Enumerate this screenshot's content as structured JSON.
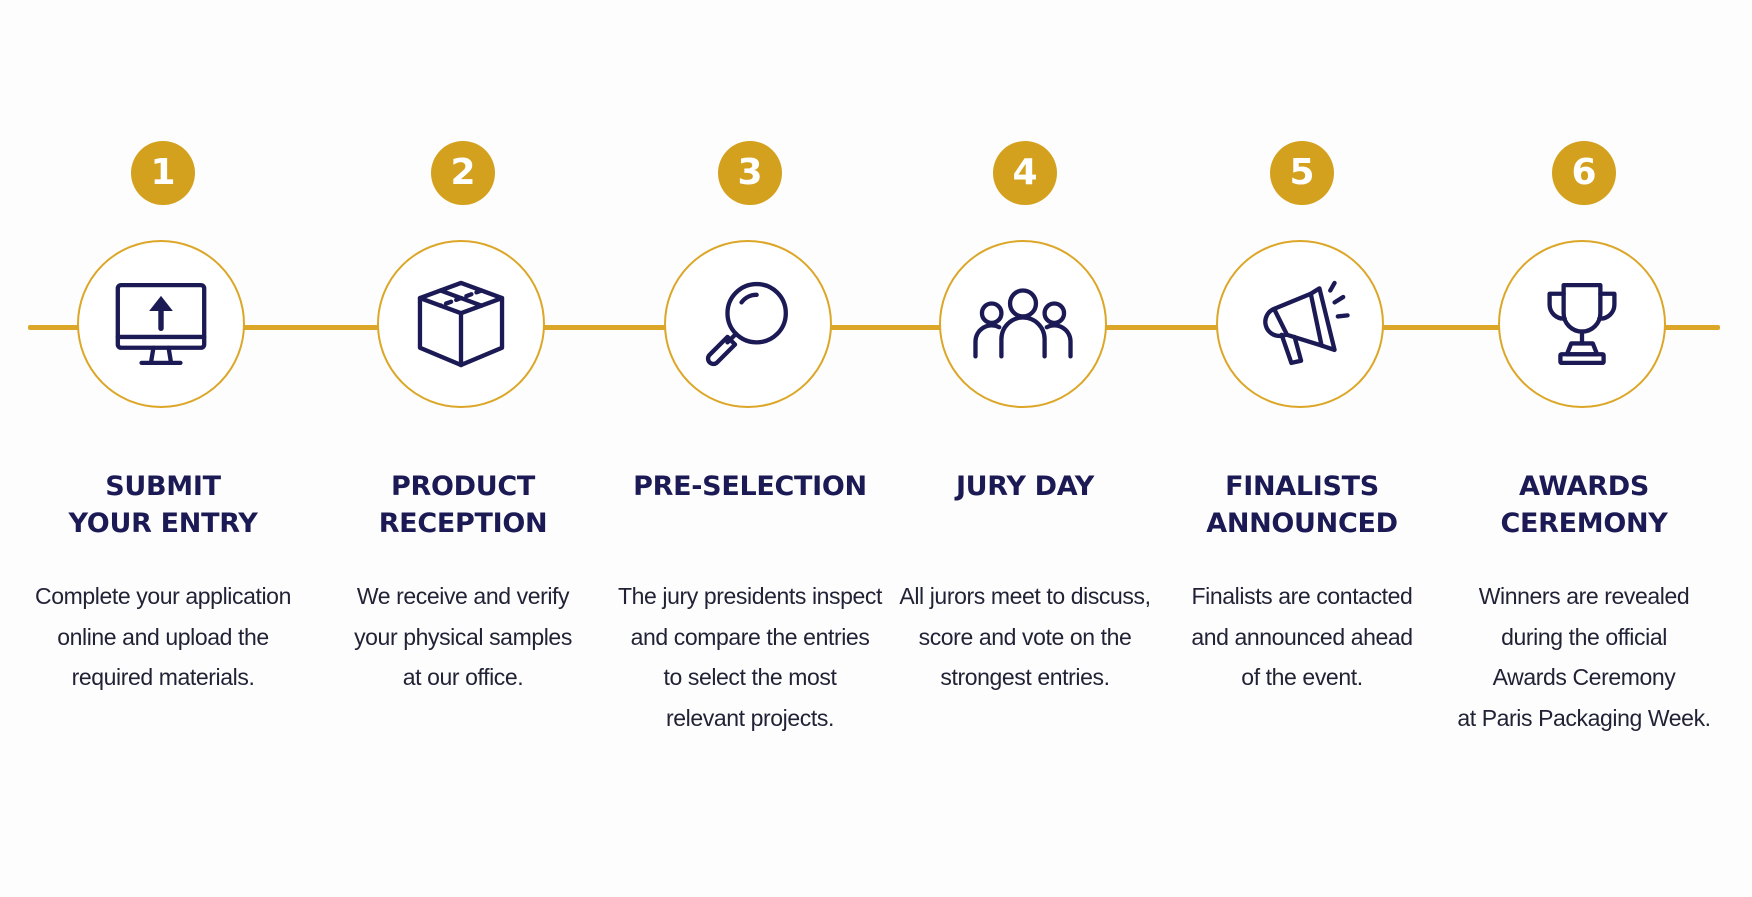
{
  "steps": [
    {
      "number": "1",
      "icon": "monitor-upload-icon",
      "title": [
        "SUBMIT",
        "YOUR ENTRY"
      ],
      "description": [
        "Complete your application",
        "online and upload the",
        "required materials."
      ]
    },
    {
      "number": "2",
      "icon": "package-box-icon",
      "title": [
        "PRODUCT",
        "RECEPTION"
      ],
      "description": [
        "We receive and verify",
        "your physical samples",
        "at our office."
      ]
    },
    {
      "number": "3",
      "icon": "magnifying-glass-icon",
      "title": [
        "PRE-SELECTION"
      ],
      "description": [
        "The jury presidents inspect",
        "and compare the entries",
        "to select the most",
        "relevant projects."
      ]
    },
    {
      "number": "4",
      "icon": "group-people-icon",
      "title": [
        "JURY DAY"
      ],
      "description": [
        "All jurors meet to discuss,",
        "score and vote on the",
        "strongest entries."
      ]
    },
    {
      "number": "5",
      "icon": "megaphone-icon",
      "title": [
        "FINALISTS",
        "ANNOUNCED"
      ],
      "description": [
        "Finalists are contacted",
        "and announced ahead",
        "of the event."
      ]
    },
    {
      "number": "6",
      "icon": "trophy-icon",
      "title": [
        "AWARDS",
        "CEREMONY"
      ],
      "description": [
        "Winners are revealed",
        "during the official",
        "Awards Ceremony",
        "at Paris Packaging Week."
      ]
    }
  ],
  "colors": {
    "gold": "#d4a11e",
    "line": "#dca728",
    "navy": "#1c1a55",
    "text": "#222236",
    "background": "#fdfdfd"
  }
}
